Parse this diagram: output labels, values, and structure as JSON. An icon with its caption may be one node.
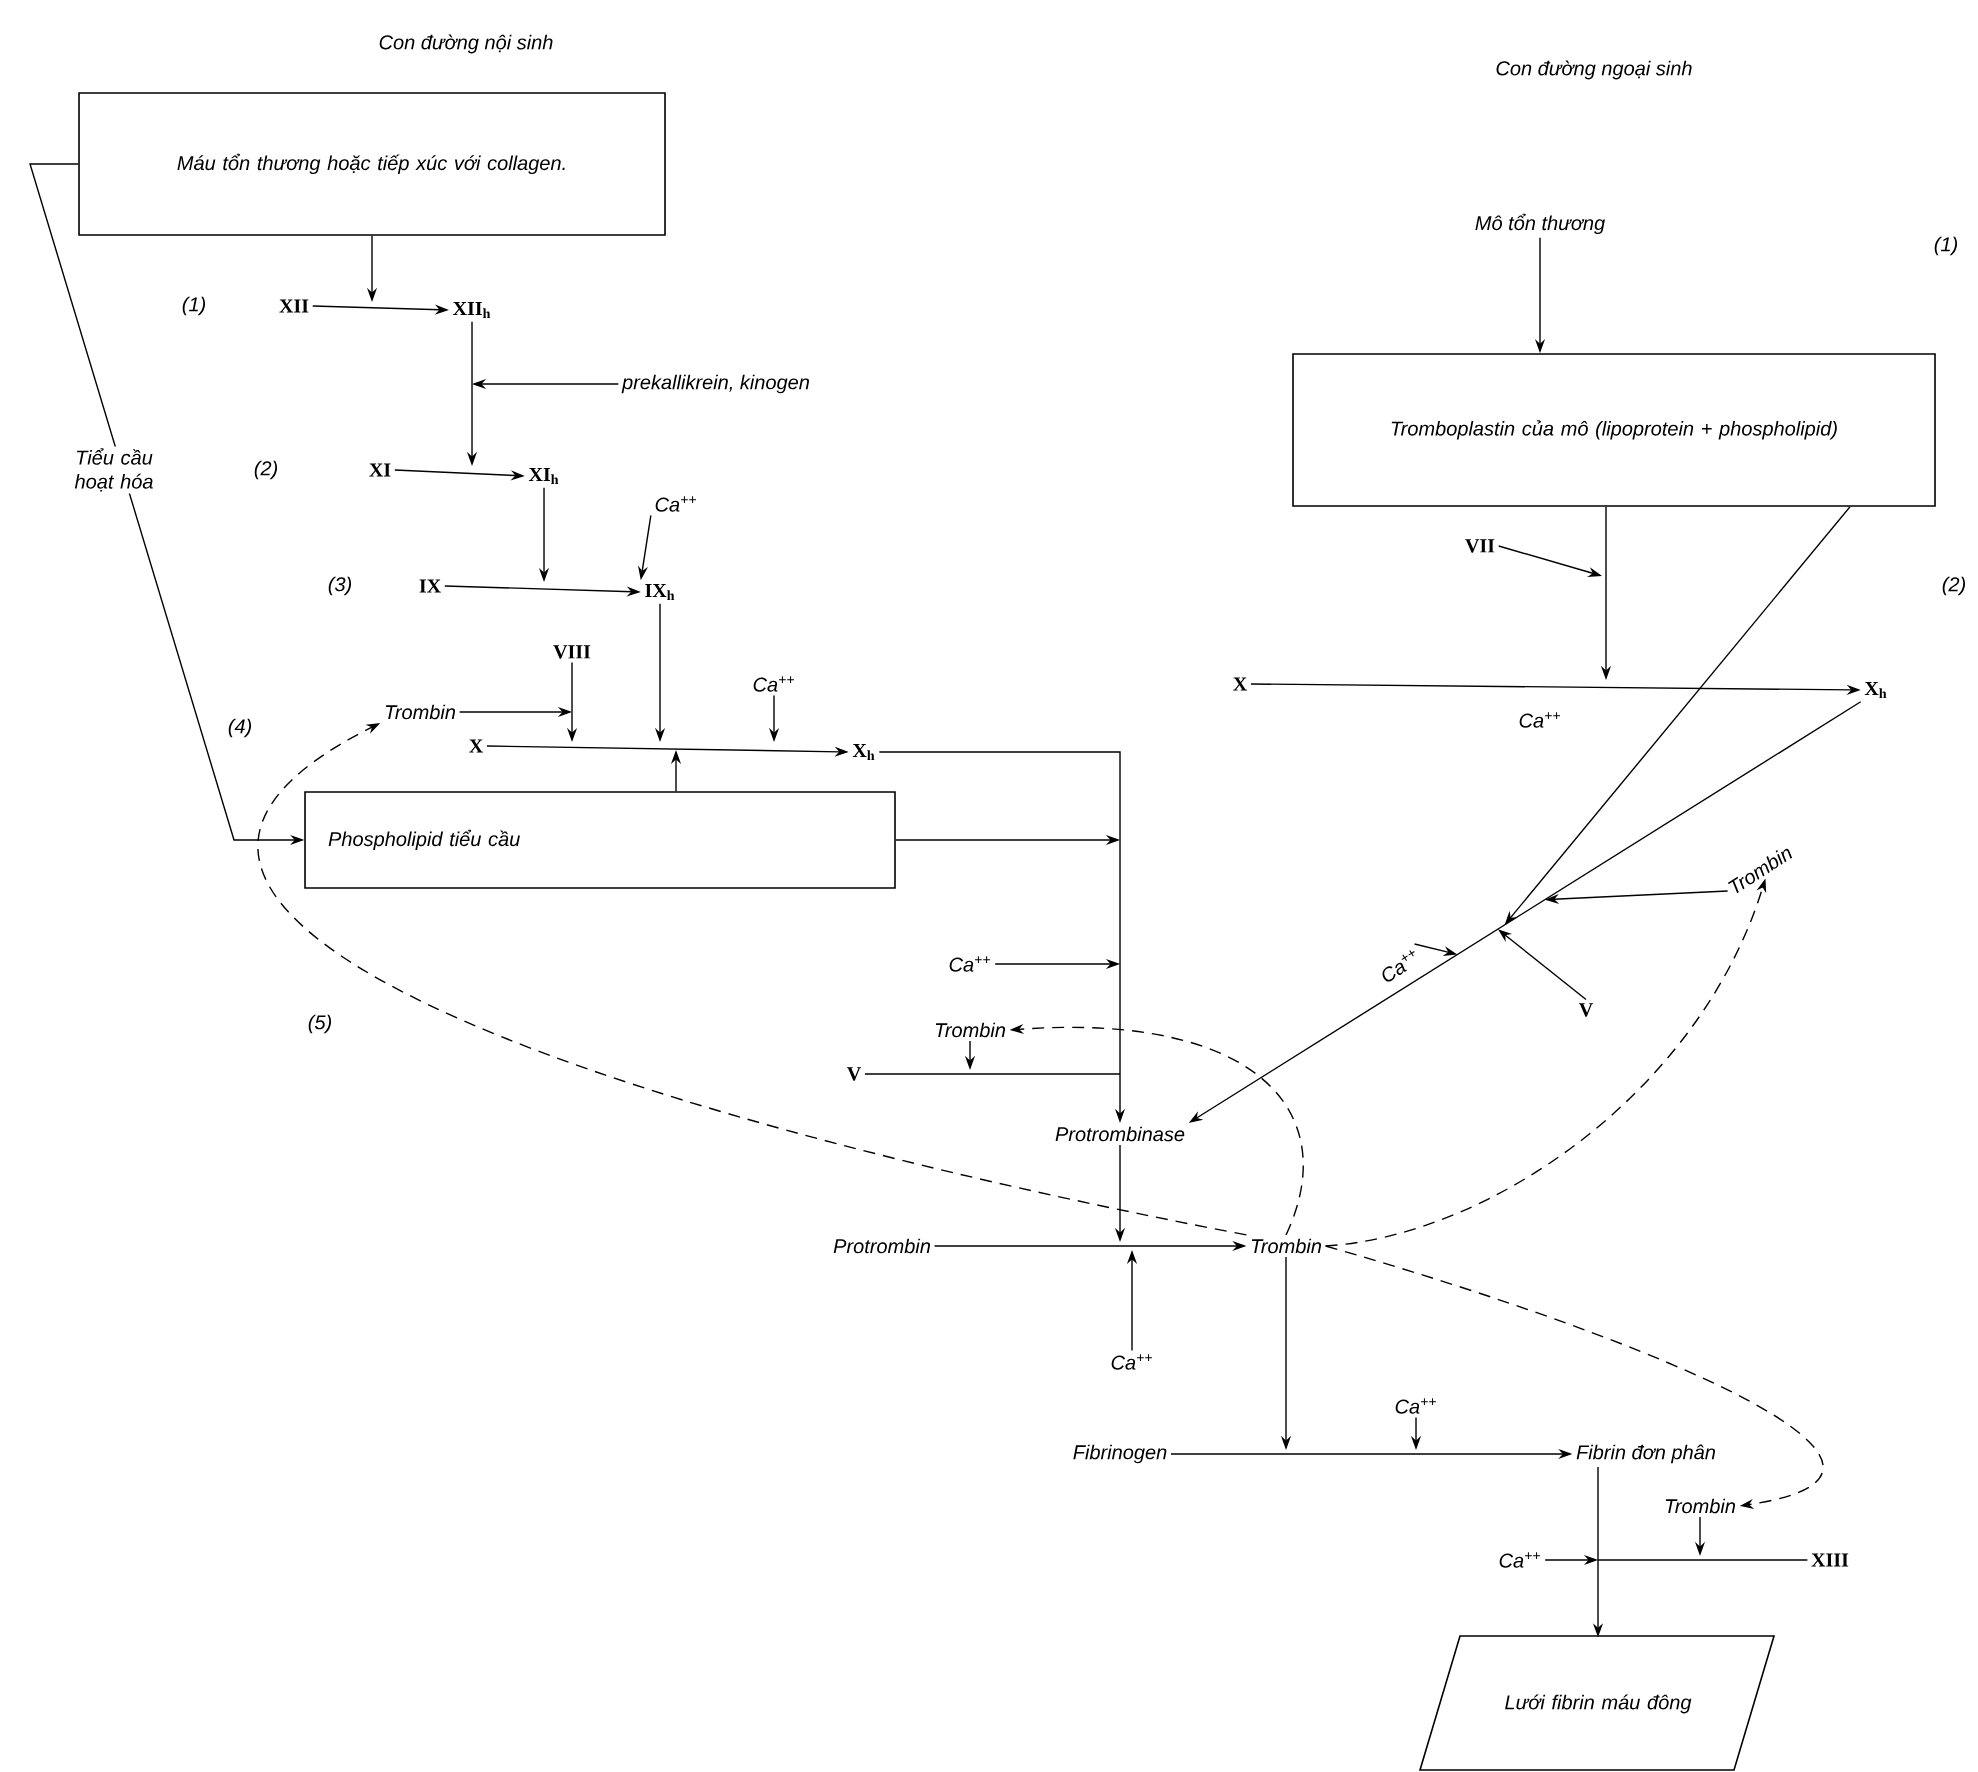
{
  "diagram": {
    "nodes": [
      {
        "text": [
          "Máu tổn thương hoặc tiếp xúc với collagen."
        ]
      },
      {
        "text": [
          "XII"
        ]
      },
      {
        "text": [
          "XII$_{h}$"
        ]
      },
      {
        "text": [
          "prekallikrein, kinogen"
        ]
      },
      {
        "text": [
          "XI"
        ]
      },
      {
        "text": [
          "XI$_{h}$"
        ]
      },
      {
        "text": [
          "Ca$^{++}$"
        ]
      },
      {
        "text": [
          "IX"
        ]
      },
      {
        "text": [
          "IX$_{h}$"
        ]
      },
      {
        "text": [
          "VIII"
        ]
      },
      {
        "text": [
          "Trombin"
        ]
      },
      {
        "text": [
          "Ca$^{++}$"
        ]
      },
      {
        "text": [
          "X"
        ]
      },
      {
        "text": [
          "X$_{h}$"
        ]
      },
      {
        "text": [
          "Phospholipid tiểu cầu"
        ]
      },
      {
        "text": [
          "Mô tổn thương"
        ]
      },
      {
        "text": [
          "Tromboplastin của mô (lipoprotein + phospholipid)"
        ]
      },
      {
        "text": [
          "VII"
        ]
      },
      {
        "text": [
          "X"
        ]
      },
      {
        "text": [
          "X$_{h}$"
        ]
      },
      {
        "text": [
          "Trombin"
        ]
      },
      {
        "text": [
          "Ca$^{++}$"
        ]
      },
      {
        "text": [
          "V"
        ]
      },
      {
        "text": [
          "Ca$^{++}$"
        ]
      },
      {
        "text": [
          "Trombin"
        ]
      },
      {
        "text": [
          "V"
        ]
      },
      {
        "text": [
          "Protrombinase"
        ]
      },
      {
        "text": [
          "Protrombin"
        ]
      },
      {
        "text": [
          "Trombin"
        ]
      },
      {
        "text": [
          "Ca$^{++}$"
        ]
      },
      {
        "text": [
          "Fibrinogen"
        ]
      },
      {
        "text": [
          "Ca$^{++}$"
        ]
      },
      {
        "text": [
          "Fibrin đơn phân"
        ]
      },
      {
        "text": [
          "Trombin"
        ]
      },
      {
        "text": [
          "Ca$^{++}$"
        ]
      },
      {
        "text": [
          "XIII"
        ]
      },
      {
        "text": [
          "Lưới fibrin máu đông"
        ]
      }
    ],
    "edges": [
      {
        "from": 1,
        "to": 2,
        "arrow": "to"
      },
      {
        "from": 0,
        "to": null,
        "arrow": "to"
      },
      {
        "from": 2,
        "to": null,
        "arrow": "to"
      },
      {
        "from": 3,
        "to": null,
        "arrow": "to"
      },
      {
        "from": 4,
        "to": 5,
        "arrow": "to"
      },
      {
        "from": 5,
        "to": null,
        "arrow": "to"
      },
      {
        "from": 6,
        "to": 8,
        "arrow": "to"
      },
      {
        "from": 7,
        "to": 8,
        "arrow": "to"
      },
      {
        "from": 8,
        "to": null,
        "arrow": "to"
      },
      {
        "from": 9,
        "to": null,
        "arrow": "to"
      },
      {
        "from": 10,
        "to": null,
        "arrow": "to"
      },
      {
        "from": 11,
        "to": null,
        "arrow": "to"
      },
      {
        "from": 12,
        "to": 13,
        "arrow": "to"
      },
      {
        "from": 14,
        "to": null,
        "arrow": "to"
      },
      {
        "from": 0,
        "to": 14,
        "arrow": "to",
        "label": "Tiểu cầu hoạt hóa"
      },
      {
        "from": 28,
        "to": 10,
        "arrow": "to",
        "style": "dashed"
      },
      {
        "from": 13,
        "to": 26,
        "arrow": "to"
      },
      {
        "from": 14,
        "to": null,
        "arrow": "to"
      },
      {
        "from": 23,
        "to": null,
        "arrow": "to"
      },
      {
        "from": 24,
        "to": null,
        "arrow": "to"
      },
      {
        "from": 25,
        "to": null,
        "arrow": "none"
      },
      {
        "from": 26,
        "to": null,
        "arrow": "to"
      },
      {
        "from": 27,
        "to": 28,
        "arrow": "to"
      },
      {
        "from": 29,
        "to": null,
        "arrow": "to"
      },
      {
        "from": 28,
        "to": 24,
        "arrow": "to",
        "style": "dashed"
      },
      {
        "from": 28,
        "to": 20,
        "arrow": "to",
        "style": "dashed"
      },
      {
        "from": 28,
        "to": 33,
        "arrow": "to",
        "style": "dashed"
      },
      {
        "from": 28,
        "to": null,
        "arrow": "to"
      },
      {
        "from": 30,
        "to": 32,
        "arrow": "to"
      },
      {
        "from": 31,
        "to": null,
        "arrow": "to"
      },
      {
        "from": 32,
        "to": 36,
        "arrow": "to"
      },
      {
        "from": 34,
        "to": null,
        "arrow": "to"
      },
      {
        "from": 35,
        "to": null,
        "arrow": "none"
      },
      {
        "from": 33,
        "to": null,
        "arrow": "to"
      },
      {
        "from": 15,
        "to": 16,
        "arrow": "to"
      },
      {
        "from": 16,
        "to": null,
        "arrow": "to"
      },
      {
        "from": 17,
        "to": null,
        "arrow": "to"
      },
      {
        "from": 18,
        "to": 19,
        "arrow": "to"
      },
      {
        "from": 19,
        "to": 26,
        "arrow": "to"
      },
      {
        "from": 16,
        "to": null,
        "arrow": "to"
      },
      {
        "from": 21,
        "to": null,
        "arrow": "to"
      },
      {
        "from": 22,
        "to": null,
        "arrow": "to"
      },
      {
        "from": 20,
        "to": null,
        "arrow": "to"
      }
    ],
    "labels": [
      "Con đường nội sinh",
      "Con đường ngoại sinh",
      "(1)",
      "(1)",
      "(2)",
      "(2)",
      "(3)",
      "(4)",
      "Ca$^{++}$",
      "(5)"
    ]
  }
}
